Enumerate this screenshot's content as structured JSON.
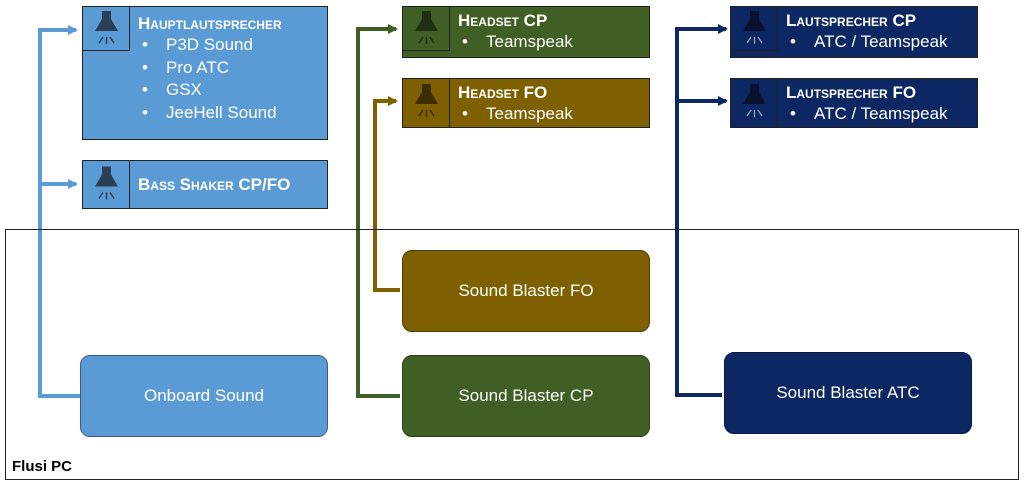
{
  "frame": {
    "label": "Flusi PC"
  },
  "colors": {
    "onboard": "#5b9bd5",
    "cp": "#3f5f24",
    "fo": "#7f6000",
    "atc": "#0d2762"
  },
  "sources": {
    "onboard": "Onboard Sound",
    "fo": "Sound Blaster FO",
    "cp": "Sound Blaster CP",
    "atc": "Sound Blaster ATC"
  },
  "outputs": {
    "main_speaker": {
      "icon": "speaker-icon",
      "title": "Hauptlautsprecher",
      "items": [
        "P3D Sound",
        "Pro ATC",
        "GSX",
        "JeeHell Sound"
      ]
    },
    "bass_shaker": {
      "icon": "speaker-icon",
      "title": "Bass Shaker CP/FO",
      "items": []
    },
    "headset_cp": {
      "icon": "speaker-icon",
      "title": "Headset CP",
      "items": [
        "Teamspeak"
      ]
    },
    "headset_fo": {
      "icon": "speaker-icon",
      "title": "Headset FO",
      "items": [
        "Teamspeak"
      ]
    },
    "speaker_cp": {
      "icon": "speaker-icon",
      "title": "Lautsprecher CP",
      "items": [
        "ATC / Teamspeak"
      ]
    },
    "speaker_fo": {
      "icon": "speaker-icon",
      "title": "Lautsprecher FO",
      "items": [
        "ATC / Teamspeak"
      ]
    }
  }
}
